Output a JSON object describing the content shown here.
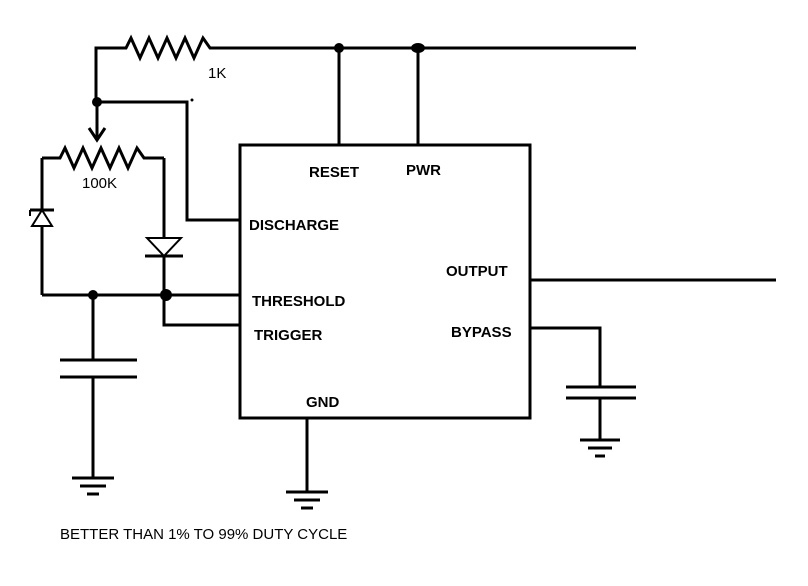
{
  "diagram": {
    "resistor_1k_label": "1K",
    "pot_100k_label": "100K",
    "pins": {
      "reset": "RESET",
      "pwr": "PWR",
      "discharge": "DISCHARGE",
      "output": "OUTPUT",
      "threshold": "THRESHOLD",
      "trigger": "TRIGGER",
      "bypass": "BYPASS",
      "gnd": "GND"
    },
    "caption": "BETTER THAN 1% TO 99% DUTY CYCLE"
  }
}
